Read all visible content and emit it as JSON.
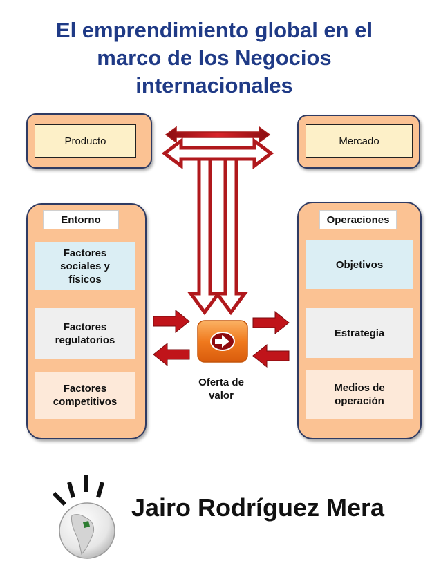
{
  "title": "El emprendimiento global en el\nmarco de los Negocios\ninternacionales",
  "producto": "Producto",
  "mercado": "Mercado",
  "left_panel": {
    "header": "Entorno",
    "items": [
      "Factores\nsociales y\nfísicos",
      "Factores\nregulatorios",
      "Factores\ncompetitivos"
    ]
  },
  "right_panel": {
    "header": "Operaciones",
    "items": [
      "Objetivos",
      "Estrategia",
      "Medios de\noperación"
    ]
  },
  "center_label": "Oferta de\nvalor",
  "author": "Jairo Rodríguez Mera",
  "colors": {
    "title": "#1f3a86",
    "panel": "#fbc293",
    "arrow_red": "#c0141a",
    "button_orange": "#f07a1e",
    "item_blue": "#dbeef4",
    "item_gray": "#efefef",
    "item_peach": "#fde9d9"
  }
}
